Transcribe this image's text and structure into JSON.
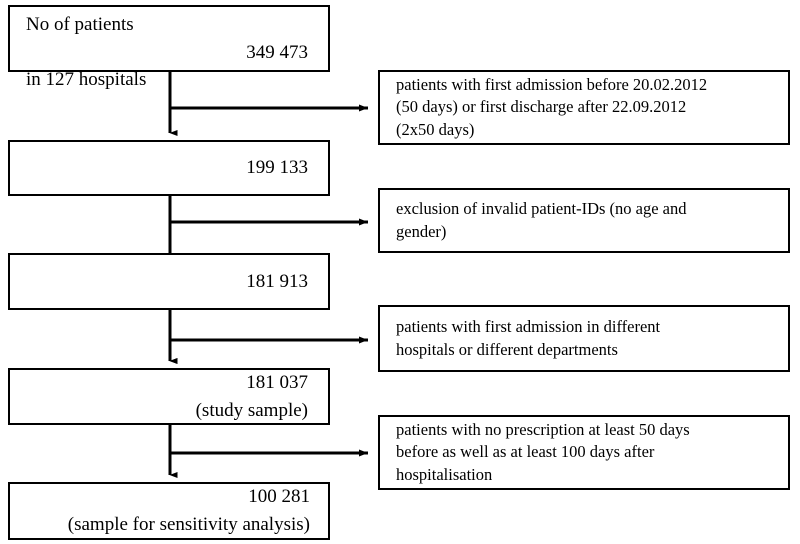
{
  "diagram": {
    "type": "flowchart",
    "title": "Patient cohort selection flow chart",
    "main_boxes": [
      {
        "id": "cohort-initial",
        "lines": [
          {
            "text": "No of patients",
            "align": "left"
          },
          {
            "text": "349 473",
            "align": "right"
          },
          {
            "text": "in 127 hospitals",
            "align": "left"
          }
        ]
      },
      {
        "id": "cohort-after-admission-window",
        "lines": [
          {
            "text": "199 133",
            "align": "right"
          }
        ]
      },
      {
        "id": "cohort-after-valid-ids",
        "lines": [
          {
            "text": "181 913",
            "align": "right"
          }
        ]
      },
      {
        "id": "cohort-study-sample",
        "lines": [
          {
            "text": "181 037",
            "align": "right"
          },
          {
            "text": "(study sample)",
            "align": "right"
          }
        ]
      },
      {
        "id": "cohort-sensitivity-sample",
        "lines": [
          {
            "text": "100 281",
            "align": "right"
          },
          {
            "text": "(sample for sensitivity analysis)",
            "align": "right"
          }
        ]
      }
    ],
    "exclusion_boxes": [
      {
        "id": "exclusion-admission-window",
        "lines": [
          "patients with first admission before 20.02.2012",
          "(50 days) or first discharge after 22.09.2012",
          "(2x50 days)"
        ]
      },
      {
        "id": "exclusion-invalid-ids",
        "lines": [
          "exclusion of invalid patient-IDs (no age and",
          "gender)"
        ]
      },
      {
        "id": "exclusion-different-hospitals",
        "lines": [
          "patients with first admission in different",
          "hospitals or different departments"
        ]
      },
      {
        "id": "exclusion-no-prescription",
        "lines": [
          "patients with no prescription at least 50 days",
          "before as well as at least 100 days after",
          "hospitalisation"
        ]
      }
    ],
    "colors": {
      "stroke": "#000000",
      "background": "#ffffff",
      "text": "#000000"
    }
  }
}
